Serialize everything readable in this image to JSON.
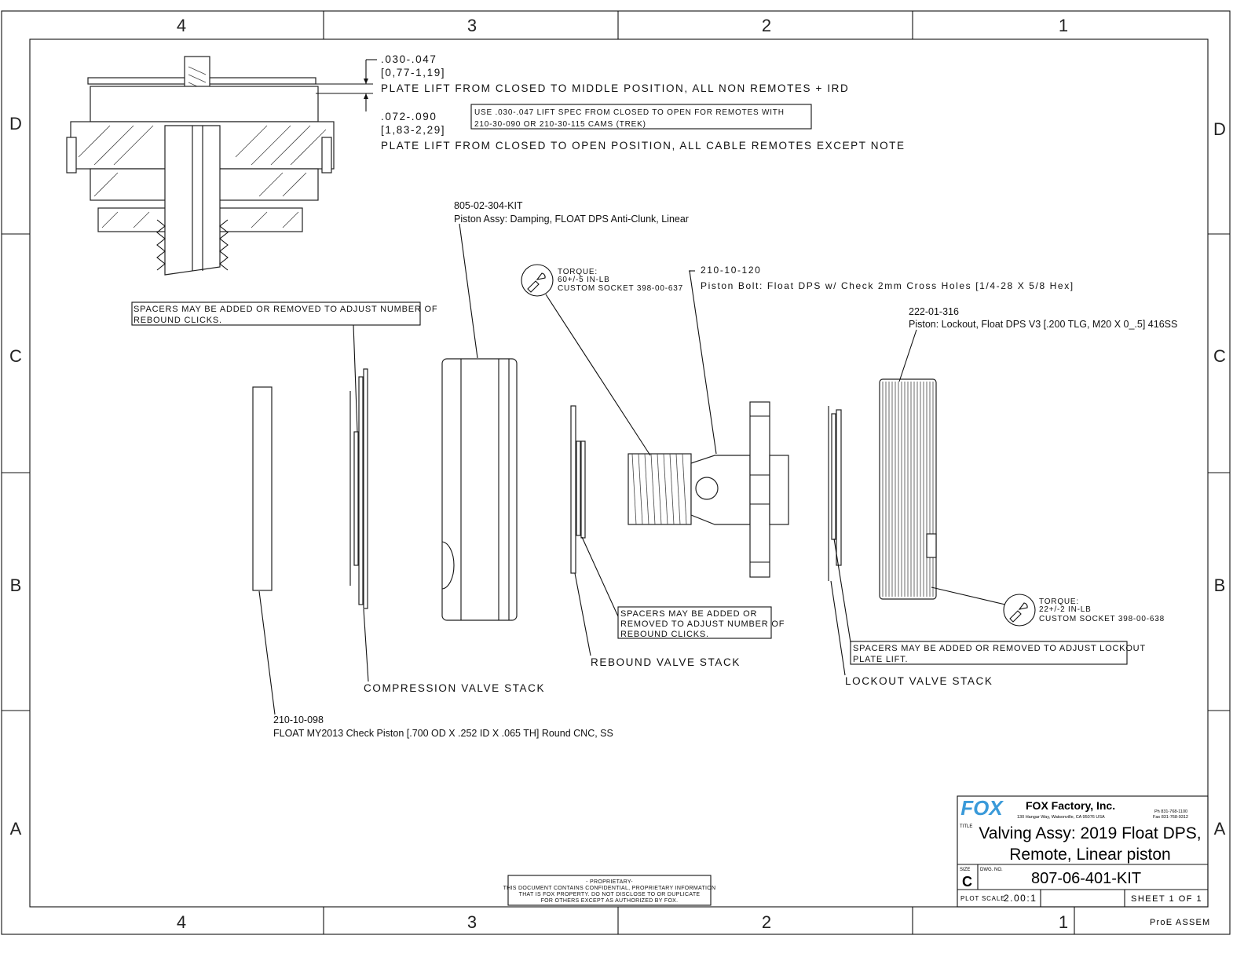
{
  "zones": {
    "columns": [
      "4",
      "3",
      "2",
      "1"
    ],
    "rows": [
      "D",
      "C",
      "B",
      "A"
    ]
  },
  "detail": {
    "dim1_in": ".030-.047",
    "dim1_mm": "[0,77-1,19]",
    "dim1_note": "PLATE LIFT FROM CLOSED TO MIDDLE POSITION, ALL NON REMOTES + IRD",
    "dim2_in": ".072-.090",
    "dim2_mm": "[1,83-2,29]",
    "dim2_note": "PLATE LIFT FROM CLOSED TO OPEN POSITION, ALL CABLE REMOTES EXCEPT NOTE",
    "box_note_line1": "USE .030-.047 LIFT SPEC FROM CLOSED TO OPEN FOR REMOTES WITH",
    "box_note_line2": "210-30-090 OR 210-30-115 CAMS (TREK)"
  },
  "callouts": {
    "piston_assy": {
      "pn": "805-02-304-KIT",
      "desc": "Piston Assy: Damping, FLOAT DPS Anti-Clunk, Linear"
    },
    "piston_bolt": {
      "pn": "210-10-120",
      "desc": "Piston Bolt: Float DPS w/ Check 2mm Cross Holes [1/4-28 X 5/8 Hex]"
    },
    "lockout_piston": {
      "pn": "222-01-316",
      "desc": "Piston: Lockout, Float DPS V3 [.200 TLG, M20 X 0_.5] 416SS"
    },
    "check_piston": {
      "pn": "210-10-098",
      "desc": "FLOAT MY2013 Check Piston [.700 OD X .252 ID X .065 TH] Round CNC, SS"
    },
    "torque1": {
      "l1": "TORQUE:",
      "l2": "60+/-5 IN-LB",
      "l3": "CUSTOM SOCKET 398-00-637"
    },
    "torque2": {
      "l1": "TORQUE:",
      "l2": "22+/-2 IN-LB",
      "l3": "CUSTOM SOCKET 398-00-638"
    },
    "spacers_comp": {
      "l1": "SPACERS MAY BE ADDED OR REMOVED TO ADJUST NUMBER OF",
      "l2": "REBOUND CLICKS."
    },
    "spacers_reb": {
      "l1": "SPACERS MAY BE ADDED OR",
      "l2": "REMOVED TO ADJUST NUMBER OF",
      "l3": "REBOUND CLICKS."
    },
    "spacers_lock": {
      "l1": "SPACERS MAY BE ADDED OR REMOVED TO ADJUST LOCKOUT",
      "l2": "PLATE LIFT."
    },
    "compression_stack": "COMPRESSION VALVE STACK",
    "rebound_stack": "REBOUND VALVE STACK",
    "lockout_stack": "LOCKOUT VALVE STACK"
  },
  "title_block": {
    "logo": "FOX",
    "company": "FOX Factory, Inc.",
    "address": "130 Hangar Way, Watsonville, CA 95076 USA",
    "phone": "Ph 831-768-1100",
    "fax": "Fax 831-768-9312",
    "title_label": "TITLE",
    "title_line1": "Valving Assy: 2019 Float DPS,",
    "title_line2": "Remote, Linear piston",
    "size_label": "SIZE",
    "size": "C",
    "dwg_no_label": "DWG. NO.",
    "dwg_no": "807-06-401-KIT",
    "plot_scale_label": "PLOT SCALE",
    "plot_scale": "2.00:1",
    "sheet": "SHEET 1 OF 1",
    "footer": "ProE ASSEM",
    "brand_color": "#3a9ad9"
  },
  "proprietary": {
    "l1": "- PROPRIETARY-",
    "l2": "THIS DOCUMENT CONTAINS CONFIDENTIAL, PROPRIETARY INFORMATION",
    "l3": "THAT IS FOX PROPERTY.  DO NOT DISCLOSE TO OR DUPLICATE",
    "l4": "FOR OTHERS EXCEPT AS AUTHORIZED BY FOX."
  }
}
